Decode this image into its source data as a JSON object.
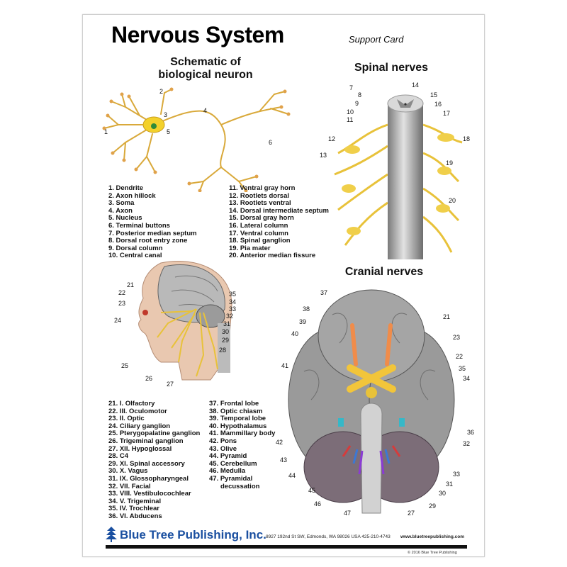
{
  "header": {
    "title": "Nervous System",
    "subtitle": "Support Card"
  },
  "neuron": {
    "heading_line1": "Schematic of",
    "heading_line2": "biological neuron",
    "labels": [
      "1",
      "2",
      "3",
      "4",
      "5",
      "6"
    ],
    "legend_a": [
      "1. Dendrite",
      "2. Axon hillock",
      "3. Soma",
      "4. Axon",
      "5. Nucleus",
      "6. Terminal buttons",
      "7. Posterior median septum",
      "8. Dorsal root entry zone",
      "9. Dorsal column",
      "10. Central canal"
    ],
    "legend_b": [
      "11. Ventral gray horn",
      "12. Rootlets dorsal",
      "13. Rootlets ventral",
      "14. Dorsal intermediate septum",
      "15. Dorsal gray horn",
      "16. Lateral column",
      "17. Ventral column",
      "18. Spinal ganglion",
      "19. Pia mater",
      "20. Anterior median fissure"
    ]
  },
  "spinal": {
    "heading": "Spinal nerves",
    "labels": [
      "7",
      "14",
      "8",
      "15",
      "9",
      "16",
      "10",
      "17",
      "11",
      "12",
      "18",
      "13",
      "19",
      "20"
    ]
  },
  "head": {
    "labels": [
      "21",
      "22",
      "23",
      "24",
      "25",
      "26",
      "27",
      "28",
      "29",
      "30",
      "31",
      "32",
      "33",
      "34",
      "35"
    ],
    "legend_a": [
      "21. I. Olfactory",
      "22. III. Oculomotor",
      "23. II. Optic",
      "24. Ciliary ganglion",
      "25. Pterygopalatine ganglion",
      "26. Trigeminal ganglion",
      "27. XII. Hypoglossal",
      "28. C4",
      "29. XI. Spinal accessory",
      "30. X. Vagus",
      "31. IX. Glossopharyngeal",
      "32. VII. Facial",
      "33. VIII. Vestibulocochlear",
      "34. V. Trigeminal",
      "35. IV. Trochlear",
      "36. VI. Abducens"
    ],
    "legend_b": [
      "37. Frontal lobe",
      "38. Optic chiasm",
      "39. Temporal lobe",
      "40. Hypothalamus",
      "41. Mammillary body",
      "42. Pons",
      "43. Olive",
      "44. Pyramid",
      "45. Cerebellum",
      "46. Medulla",
      "47. Pyramidal",
      "decussation"
    ]
  },
  "cranial": {
    "heading": "Cranial nerves",
    "labels": [
      "37",
      "38",
      "39",
      "40",
      "21",
      "23",
      "22",
      "35",
      "34",
      "41",
      "36",
      "42",
      "32",
      "43",
      "44",
      "33",
      "31",
      "45",
      "30",
      "46",
      "29",
      "47",
      "27"
    ]
  },
  "footer": {
    "brand": "Blue Tree Publishing, Inc.",
    "address": "8927 192nd St SW, Edmonds, WA 98026 USA 425-210-4743",
    "website": "www.bluetreepublishing.com",
    "copyright": "© 2016 Blue Tree Publishing"
  },
  "colors": {
    "nerve": "#e8c23a",
    "brain": "#8d8d8d",
    "brand": "#1a4fa0"
  }
}
